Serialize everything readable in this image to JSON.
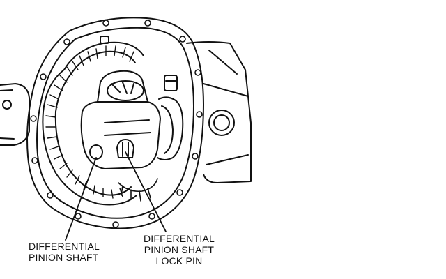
{
  "labels": {
    "pinion_shaft": [
      "DIFFERENTIAL",
      "PINION SHAFT"
    ],
    "lock_pin": [
      "DIFFERENTIAL",
      "PINION SHAFT",
      "LOCK PIN"
    ]
  },
  "colors": {
    "ink": "#111111",
    "paper": "#ffffff"
  }
}
